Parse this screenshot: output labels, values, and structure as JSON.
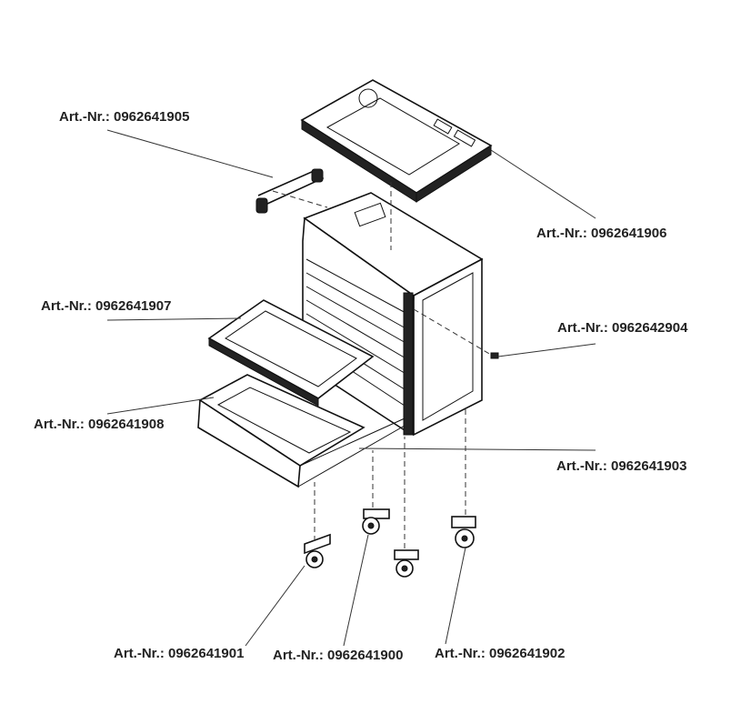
{
  "labels": {
    "top_handle": "Art.-Nr.: 0962641905",
    "top_tray": "Art.-Nr.: 0962641906",
    "drawer_insert": "Art.-Nr.: 0962641907",
    "screw": "Art.-Nr.: 0962642904",
    "drawer": "Art.-Nr.: 0962641908",
    "drawer_rail": "Art.-Nr.: 0962641903",
    "caster_front_left": "Art.-Nr.: 0962641901",
    "caster_rear_left": "Art.-Nr.: 0962641900",
    "caster_rear_right": "Art.-Nr.: 0962641902"
  }
}
